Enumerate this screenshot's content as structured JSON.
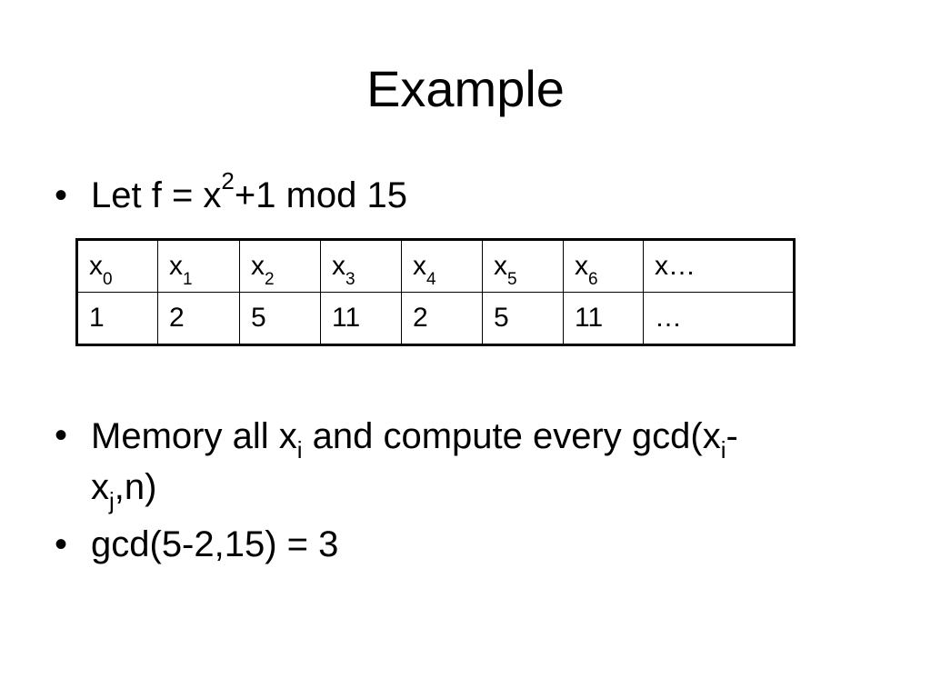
{
  "slide": {
    "title": "Example"
  },
  "bullet_char": "•",
  "bullets": {
    "b1": {
      "prefix": "Let f = x",
      "sup": "2",
      "suffix": "+1 mod 15"
    },
    "b2": {
      "part1": "Memory all x",
      "sub1": "i",
      "part2": " and compute every gcd(x",
      "sub2": "i",
      "part3": "-",
      "part4": "x",
      "sub3": "j",
      "part5": ",n)"
    },
    "b3": {
      "text": "gcd(5-2,15) = 3"
    }
  },
  "table": {
    "header": [
      {
        "base": "x",
        "sub": "0"
      },
      {
        "base": "x",
        "sub": "1"
      },
      {
        "base": "x",
        "sub": "2"
      },
      {
        "base": "x",
        "sub": "3"
      },
      {
        "base": "x",
        "sub": "4"
      },
      {
        "base": "x",
        "sub": "5"
      },
      {
        "base": "x",
        "sub": "6"
      },
      {
        "base": "x…",
        "sub": ""
      }
    ],
    "values": [
      "1",
      "2",
      "5",
      "11",
      "2",
      "5",
      "11",
      "…"
    ]
  }
}
